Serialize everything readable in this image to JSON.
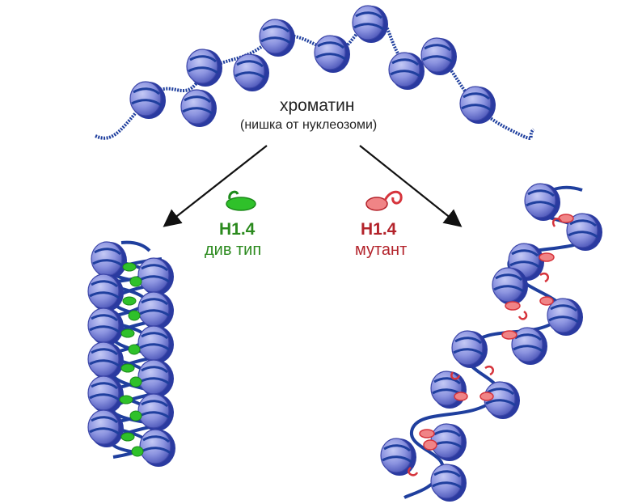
{
  "top_label": {
    "title": "хроматин",
    "subtitle": "(нишка от нуклеозоми)"
  },
  "left_branch": {
    "protein": "H1.4",
    "variant": "див тип",
    "color": "#2fc12a"
  },
  "right_branch": {
    "protein": "H1.4",
    "variant": "мутант",
    "color": "#e0565a"
  },
  "colors": {
    "nucleosome": "#8c94e0",
    "dna": "#1f3f9e",
    "arrow": "#111111"
  },
  "icons": [
    "nucleosome-icon",
    "linker-histone-icon",
    "arrow-icon"
  ]
}
